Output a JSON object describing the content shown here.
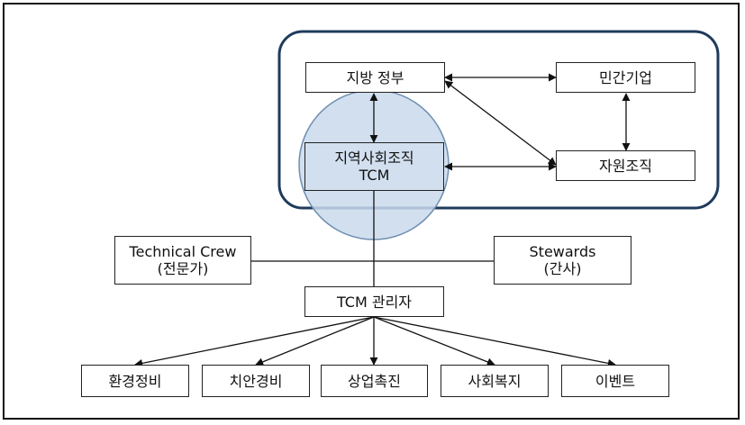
{
  "nodes": {
    "local_government": "지방 정부",
    "private_business": "민간기업",
    "community_org": {
      "line1": "지역사회조직",
      "line2": "TCM"
    },
    "volunteer_org": "자원조직",
    "technical_crew": {
      "line1": "Technical Crew",
      "line2": "(전문가)"
    },
    "stewards": {
      "line1": "Stewards",
      "line2": "(간사)"
    },
    "tcm_manager": "TCM 관리자",
    "env_maintenance": "환경정비",
    "security_maintenance": "치안경비",
    "commerce_promotion": "상업촉진",
    "social_welfare": "사회복지",
    "event": "이벤트"
  },
  "colors": {
    "group_border": "#1f3b5c",
    "circle_fill": "#c9d9ec",
    "circle_stroke": "#6f8fb0",
    "line": "#111111"
  }
}
